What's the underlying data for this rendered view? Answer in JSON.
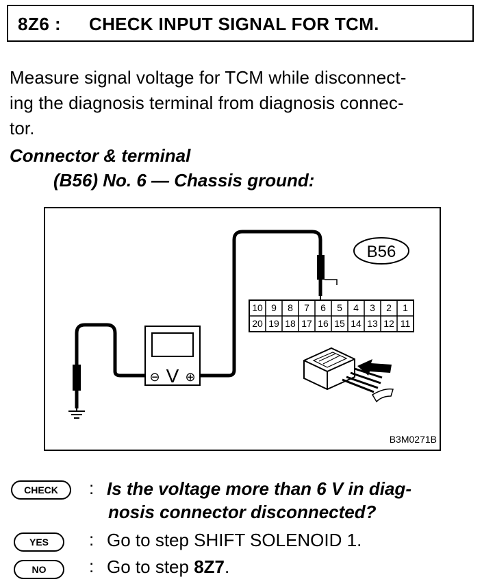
{
  "header": {
    "step_id": "8Z6 :",
    "title": "CHECK INPUT SIGNAL FOR TCM."
  },
  "instruction": {
    "lines": [
      "Measure signal voltage for TCM while disconnect-",
      "ing the diagnosis terminal from diagnosis connec-",
      "tor."
    ]
  },
  "connector_spec": {
    "line1": "Connector & terminal",
    "line2": "(B56) No. 6 — Chassis ground:"
  },
  "figure": {
    "connector_label": "B56",
    "meter_label": "V",
    "minus_symbol": "⊖",
    "plus_symbol": "⊕",
    "terminals_top": [
      "10",
      "9",
      "8",
      "7",
      "6",
      "5",
      "4",
      "3",
      "2",
      "1"
    ],
    "terminals_bottom": [
      "20",
      "19",
      "18",
      "17",
      "16",
      "15",
      "14",
      "13",
      "12",
      "11"
    ],
    "figure_code": "B3M0271B"
  },
  "check": {
    "badge": "CHECK",
    "colon": ":",
    "question_lines": [
      "Is the voltage more than 6 V in diag-",
      "nosis connector disconnected?"
    ]
  },
  "yes": {
    "badge": "YES",
    "colon": ":",
    "text": "Go to step SHIFT SOLENOID 1."
  },
  "no": {
    "badge": "NO",
    "colon": ":",
    "prefix": "Go to step ",
    "step": "8Z7",
    "suffix": "."
  }
}
